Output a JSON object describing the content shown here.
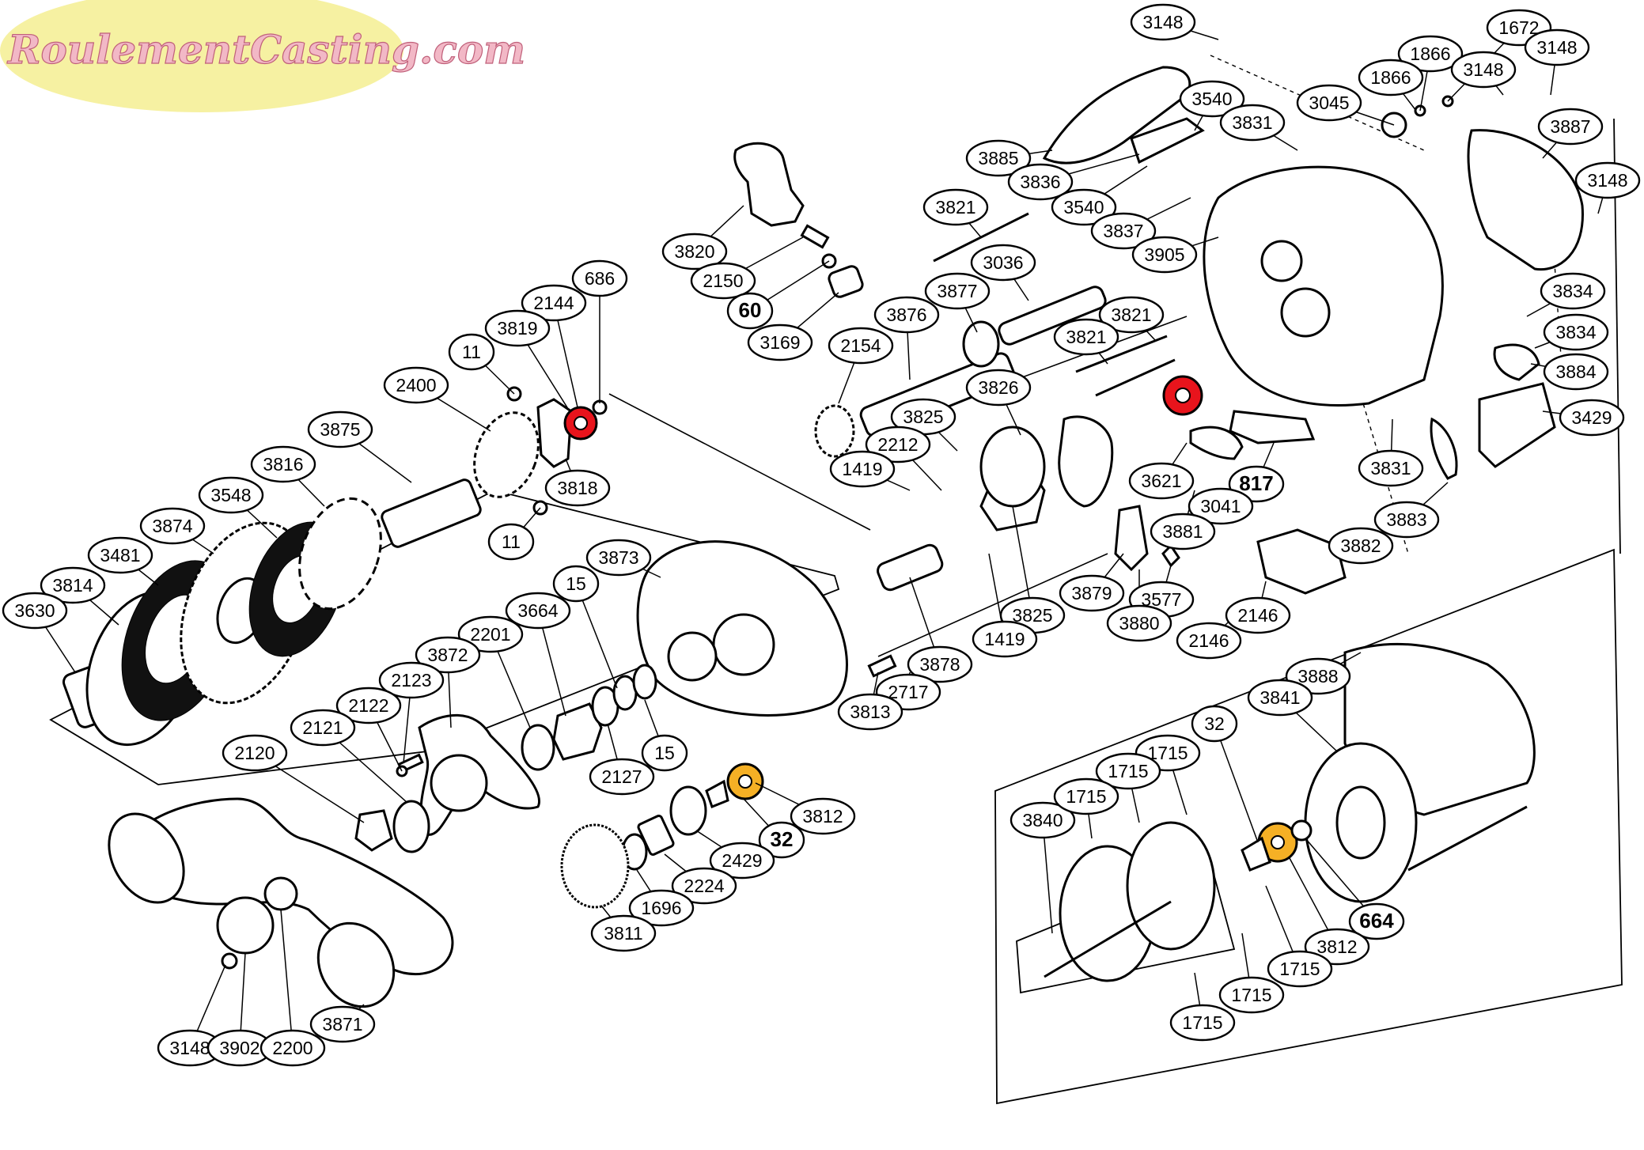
{
  "diagram": {
    "colors": {
      "bearing_red": "#e8141c",
      "bearing_orange": "#f5b025",
      "logo_bg": "#f6f1a2",
      "logo_text": "#f2b8c6"
    },
    "logo": {
      "text": "RoulementCasting.com",
      "is_image": true
    },
    "labels": [
      {
        "id": "3148a",
        "text": "3148"
      },
      {
        "id": "1672",
        "text": "1672"
      },
      {
        "id": "1866a",
        "text": "1866"
      },
      {
        "id": "3148b",
        "text": "3148"
      },
      {
        "id": "1866b",
        "text": "1866"
      },
      {
        "id": "3148c",
        "text": "3148"
      },
      {
        "id": "3045",
        "text": "3045"
      },
      {
        "id": "3540a",
        "text": "3540"
      },
      {
        "id": "3831a",
        "text": "3831"
      },
      {
        "id": "3887",
        "text": "3887"
      },
      {
        "id": "3885",
        "text": "3885"
      },
      {
        "id": "3836",
        "text": "3836"
      },
      {
        "id": "3148d",
        "text": "3148"
      },
      {
        "id": "3540b",
        "text": "3540"
      },
      {
        "id": "3821a",
        "text": "3821"
      },
      {
        "id": "3837",
        "text": "3837"
      },
      {
        "id": "3905",
        "text": "3905"
      },
      {
        "id": "3036",
        "text": "3036"
      },
      {
        "id": "3820",
        "text": "3820"
      },
      {
        "id": "2150",
        "text": "2150"
      },
      {
        "id": "3877",
        "text": "3877"
      },
      {
        "id": "3834a",
        "text": "3834"
      },
      {
        "id": "686",
        "text": "686"
      },
      {
        "id": "60",
        "text": "60",
        "big": true
      },
      {
        "id": "2144",
        "text": "2144"
      },
      {
        "id": "3876",
        "text": "3876"
      },
      {
        "id": "3821b",
        "text": "3821"
      },
      {
        "id": "3819",
        "text": "3819"
      },
      {
        "id": "3821c",
        "text": "3821"
      },
      {
        "id": "3834b",
        "text": "3834"
      },
      {
        "id": "3169",
        "text": "3169"
      },
      {
        "id": "2154",
        "text": "2154"
      },
      {
        "id": "11a",
        "text": "11"
      },
      {
        "id": "3884",
        "text": "3884"
      },
      {
        "id": "2400",
        "text": "2400"
      },
      {
        "id": "3826",
        "text": "3826"
      },
      {
        "id": "3825a",
        "text": "3825"
      },
      {
        "id": "3429",
        "text": "3429"
      },
      {
        "id": "3875",
        "text": "3875"
      },
      {
        "id": "2212",
        "text": "2212"
      },
      {
        "id": "3831b",
        "text": "3831"
      },
      {
        "id": "3816",
        "text": "3816"
      },
      {
        "id": "1419a",
        "text": "1419"
      },
      {
        "id": "3621",
        "text": "3621"
      },
      {
        "id": "817",
        "text": "817",
        "big": true
      },
      {
        "id": "3818",
        "text": "3818"
      },
      {
        "id": "3548",
        "text": "3548"
      },
      {
        "id": "3041",
        "text": "3041"
      },
      {
        "id": "3883",
        "text": "3883"
      },
      {
        "id": "3874",
        "text": "3874"
      },
      {
        "id": "11b",
        "text": "11"
      },
      {
        "id": "3881",
        "text": "3881"
      },
      {
        "id": "3481",
        "text": "3481"
      },
      {
        "id": "3873",
        "text": "3873"
      },
      {
        "id": "3882",
        "text": "3882"
      },
      {
        "id": "3814",
        "text": "3814"
      },
      {
        "id": "15a",
        "text": "15"
      },
      {
        "id": "3879",
        "text": "3879"
      },
      {
        "id": "3630",
        "text": "3630"
      },
      {
        "id": "3664",
        "text": "3664"
      },
      {
        "id": "3577",
        "text": "3577"
      },
      {
        "id": "2146a",
        "text": "2146"
      },
      {
        "id": "2201",
        "text": "2201"
      },
      {
        "id": "3825b",
        "text": "3825"
      },
      {
        "id": "3872",
        "text": "3872"
      },
      {
        "id": "1419b",
        "text": "1419"
      },
      {
        "id": "3880",
        "text": "3880"
      },
      {
        "id": "2146b",
        "text": "2146"
      },
      {
        "id": "2123",
        "text": "2123"
      },
      {
        "id": "3878",
        "text": "3878"
      },
      {
        "id": "3888",
        "text": "3888"
      },
      {
        "id": "2122",
        "text": "2122"
      },
      {
        "id": "2717",
        "text": "2717"
      },
      {
        "id": "2121",
        "text": "2121"
      },
      {
        "id": "3813",
        "text": "3813"
      },
      {
        "id": "15b",
        "text": "15"
      },
      {
        "id": "32a",
        "text": "32"
      },
      {
        "id": "3841",
        "text": "3841"
      },
      {
        "id": "2120",
        "text": "2120"
      },
      {
        "id": "2127",
        "text": "2127"
      },
      {
        "id": "1715a",
        "text": "1715"
      },
      {
        "id": "1715b",
        "text": "1715"
      },
      {
        "id": "3840",
        "text": "3840"
      },
      {
        "id": "1715c",
        "text": "1715"
      },
      {
        "id": "3812a",
        "text": "3812"
      },
      {
        "id": "32b",
        "text": "32",
        "big": true
      },
      {
        "id": "2429",
        "text": "2429"
      },
      {
        "id": "2224",
        "text": "2224"
      },
      {
        "id": "664",
        "text": "664",
        "big": true
      },
      {
        "id": "1696",
        "text": "1696"
      },
      {
        "id": "3811",
        "text": "3811"
      },
      {
        "id": "3812b",
        "text": "3812"
      },
      {
        "id": "1715d",
        "text": "1715"
      },
      {
        "id": "3871",
        "text": "3871"
      },
      {
        "id": "1715e",
        "text": "1715"
      },
      {
        "id": "3148e",
        "text": "3148"
      },
      {
        "id": "3902",
        "text": "3902"
      },
      {
        "id": "2200",
        "text": "2200"
      },
      {
        "id": "1715f",
        "text": "1715"
      }
    ]
  }
}
